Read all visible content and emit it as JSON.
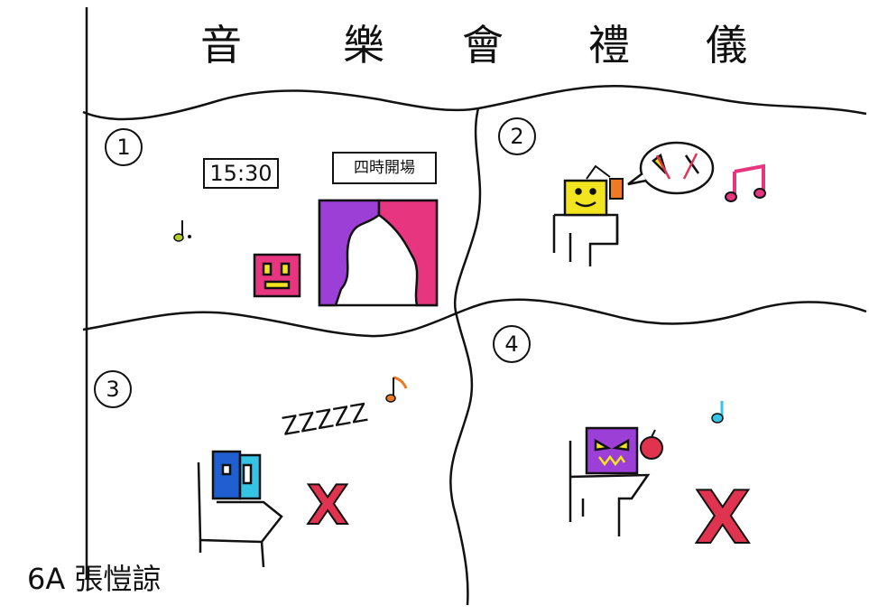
{
  "title": [
    "音",
    "樂",
    "會",
    "禮",
    "儀"
  ],
  "panels": [
    {
      "number": "1",
      "clock_text": "15:30",
      "banner_text": "四時開場"
    },
    {
      "number": "2"
    },
    {
      "number": "3",
      "sleep_text": "ZZZZZ",
      "mark": "X"
    },
    {
      "number": "4",
      "mark": "X"
    }
  ],
  "signature": "6A 張愷諒",
  "colors": {
    "ink": "#111111",
    "pink": "#e8357f",
    "purple": "#9b3fd6",
    "yellow": "#f2e51f",
    "blue": "#1f5fd0",
    "cyan": "#35c3e6",
    "orange": "#f07a24",
    "red": "#e0334f",
    "lime": "#b5cf2a"
  }
}
